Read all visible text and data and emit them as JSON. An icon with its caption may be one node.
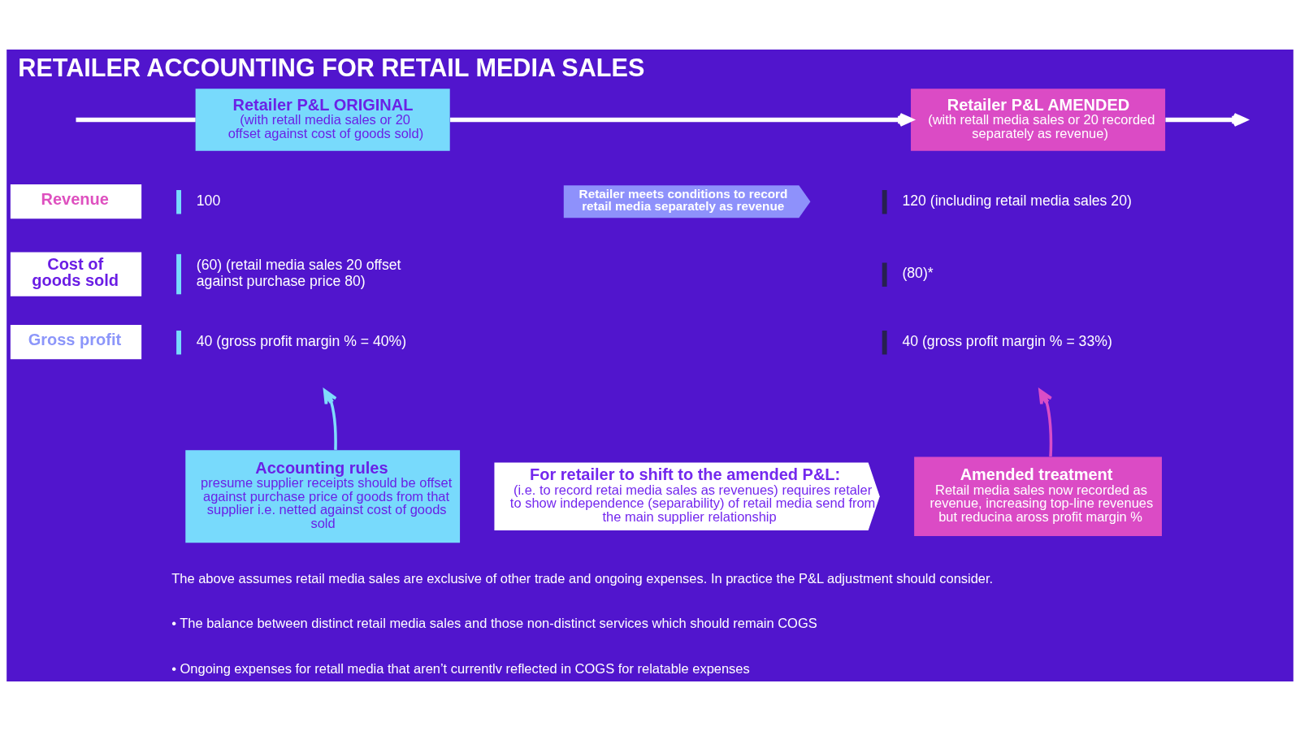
{
  "diagram": {
    "title": "RETAILER ACCOUNTING FOR RETAIL MEDIA SALES",
    "nodes": [
      {
        "text": [
          "Retailer P&L ORIGINAL",
          "(with retall media sales or 20 offset against cost of goods sold)"
        ]
      },
      {
        "text": [
          "Retailer P&L AMENDED",
          "(with retall media sales or 20 recorded separately as revenue)"
        ]
      },
      {
        "text": [
          "Revenue"
        ]
      },
      {
        "text": [
          "Cost of goods sold"
        ]
      },
      {
        "text": [
          "Gross profit"
        ]
      },
      {
        "text": [
          "Retailer meets conditions to record retail media separately as revenue"
        ]
      },
      {
        "text": [
          "Accounting rules",
          "presume supplier receipts should be offset against purchase price of goods from that supplier i.e. netted against cost of goods sold"
        ]
      },
      {
        "text": [
          "For retailer to shift to the amended P&L:",
          "(i.e. to record retai media sales as revenues) requires retaler to show independence (separability) of retail media send from the main supplier relationship"
        ]
      },
      {
        "text": [
          "Amended treatment",
          "Retail media sales now recorded as revenue, increasing top-line revenues but reducina aross profit margin %"
        ]
      }
    ],
    "edges": [
      {
        "from": null,
        "to": 0,
        "arrow": "none"
      },
      {
        "from": 0,
        "to": 1,
        "arrow": "to"
      },
      {
        "from": 1,
        "to": null,
        "arrow": "to"
      },
      {
        "from": 6,
        "to": null,
        "arrow": "to",
        "color": "#7fdcfb"
      },
      {
        "from": 8,
        "to": null,
        "arrow": "to",
        "color": "#d94dc6"
      }
    ],
    "labels": [
      "100",
      "120 (including retail media sales 20)",
      "(60) (retail media sales 20 offset against purchase price 80)",
      "(80)*",
      "40 (gross profit margin % = 40%)",
      "40 (gross profit margin % = 33%)",
      "The above assumes retail media sales are exclusive of other trade and ongoing expenses. In practice the P&L adjustment should consider.",
      "• The balance between distinct retail media sales and those non-distinct services which should remain COGS",
      "• Ongoing expenses for retall media that aren’t currentlv reflected in COGS for relatable expenses"
    ]
  }
}
